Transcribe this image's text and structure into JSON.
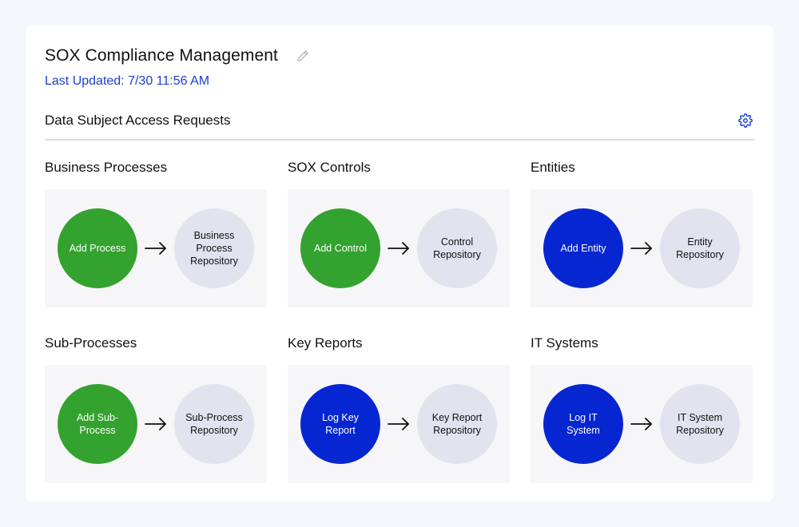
{
  "header": {
    "title": "SOX Compliance Management",
    "last_updated": "Last Updated: 7/30 11:56 AM"
  },
  "section": {
    "title": "Data Subject Access Requests"
  },
  "icons": {
    "edit": "pencil-icon",
    "settings": "gear-icon",
    "arrow": "arrow-right-icon"
  },
  "colors": {
    "accent_blue": "#0626d2",
    "action_green": "#33a22e",
    "repository_gray": "#e2e3ee",
    "link_blue": "#1a3fd1"
  },
  "modules": [
    {
      "title": "Business Processes",
      "action_label": "Add Process",
      "action_color": "green",
      "repository_label": "Business Process Repository"
    },
    {
      "title": "SOX Controls",
      "action_label": "Add Control",
      "action_color": "green",
      "repository_label": "Control Repository"
    },
    {
      "title": "Entities",
      "action_label": "Add Entity",
      "action_color": "blue",
      "repository_label": "Entity Repository"
    },
    {
      "title": "Sub-Processes",
      "action_label": "Add Sub-Process",
      "action_color": "green",
      "repository_label": "Sub-Process Repository"
    },
    {
      "title": "Key Reports",
      "action_label": "Log Key Report",
      "action_color": "blue",
      "repository_label": "Key Report Repository"
    },
    {
      "title": "IT Systems",
      "action_label": "Log IT System",
      "action_color": "blue",
      "repository_label": "IT System Repository"
    }
  ]
}
